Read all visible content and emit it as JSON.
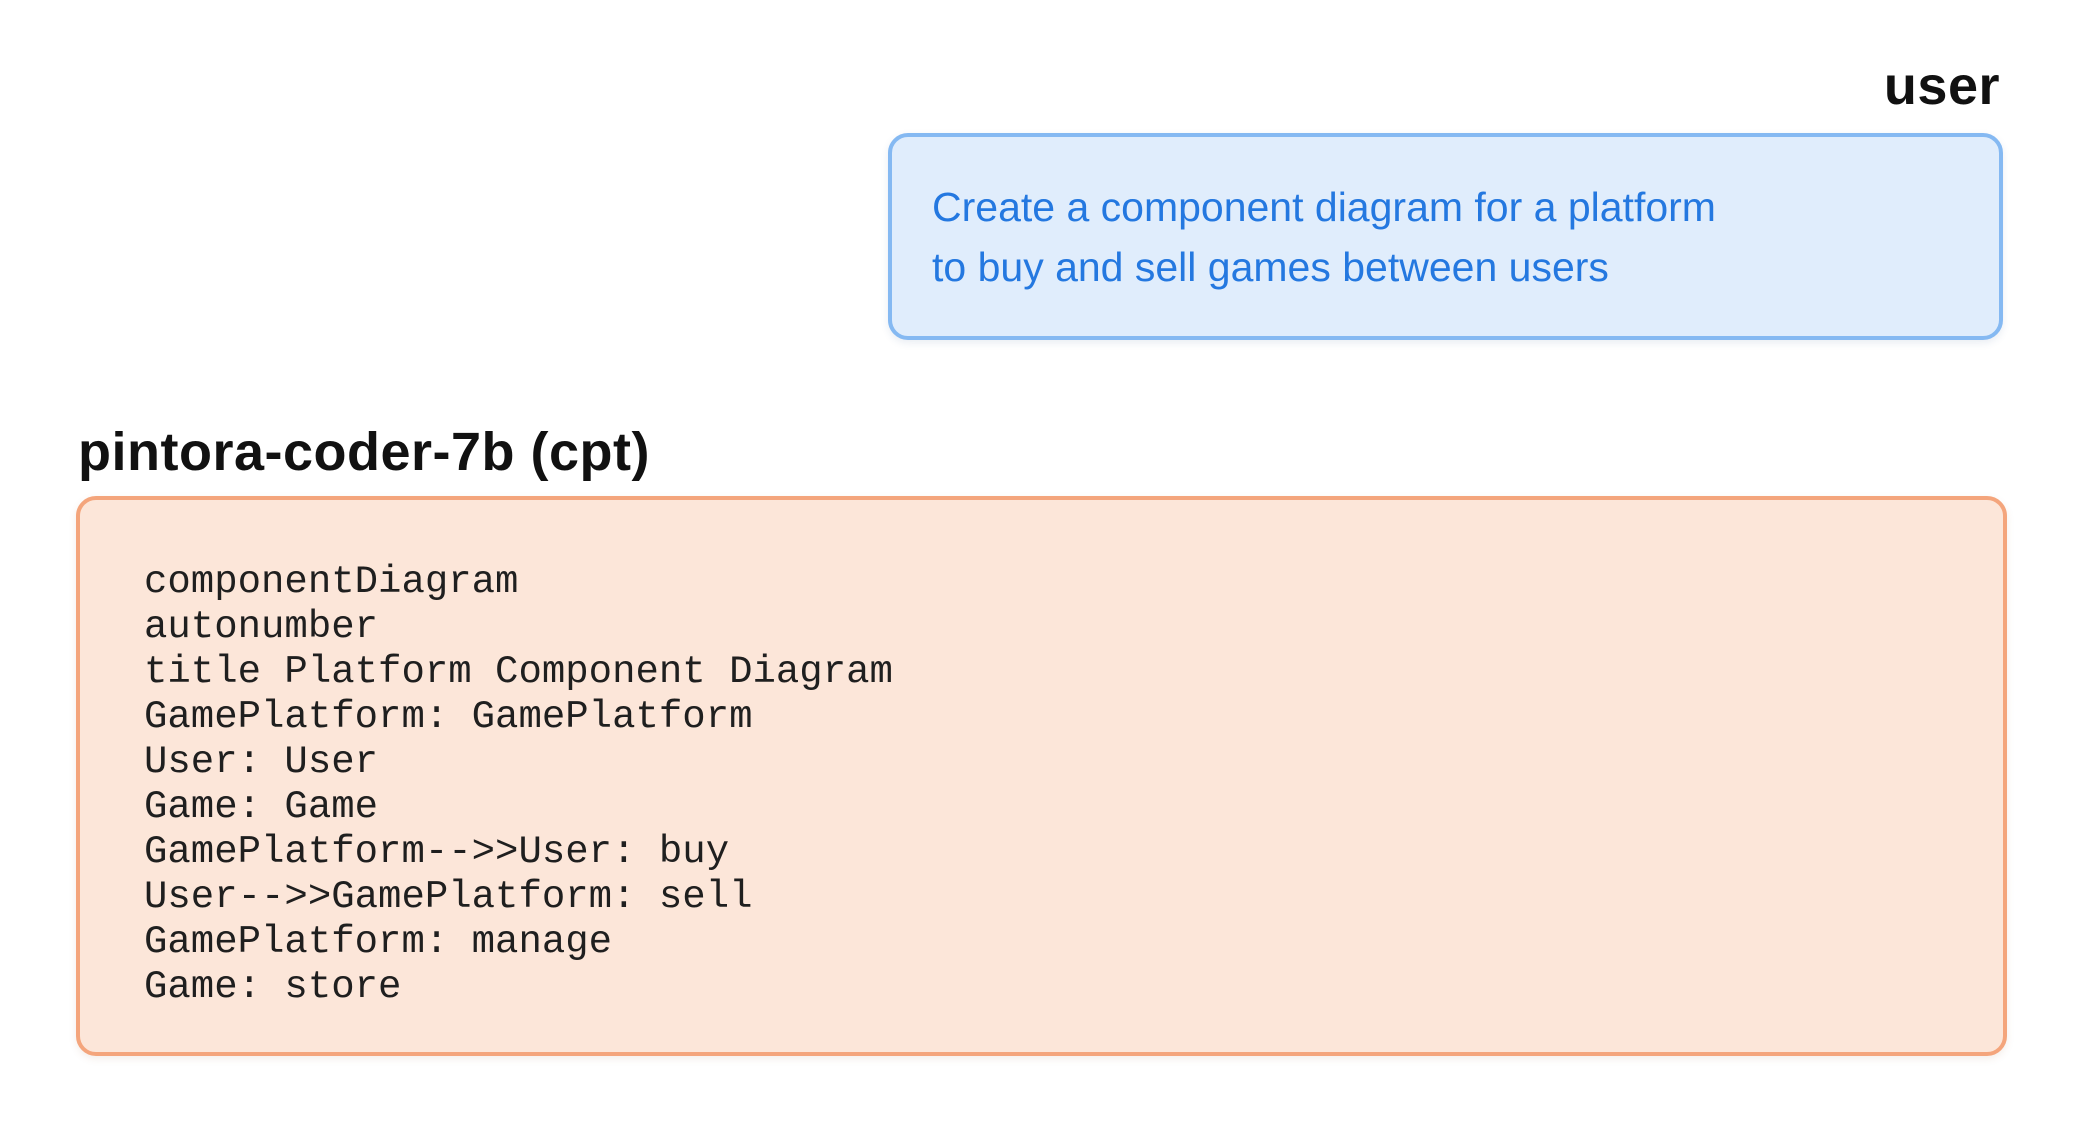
{
  "conversation": {
    "user_turn": {
      "role_label": "user",
      "message": "Create a component diagram for a platform\nto buy and sell games between users"
    },
    "model_turn": {
      "role_label": "pintora-coder-7b (cpt)",
      "code": "componentDiagram\nautonumber\ntitle Platform Component Diagram\nGamePlatform: GamePlatform\nUser: User\nGame: Game\nGamePlatform-->>User: buy\nUser-->>GamePlatform: sell\nGamePlatform: manage\nGame: store"
    }
  },
  "colors": {
    "user_bubble_bg": "#e0edfc",
    "user_bubble_border": "#85b9f2",
    "user_bubble_text": "#2478e0",
    "model_box_bg": "#fce6d9",
    "model_box_border": "#f4a57c",
    "code_text": "#1f1f1f",
    "label_text": "#111111",
    "page_bg": "#ffffff"
  }
}
